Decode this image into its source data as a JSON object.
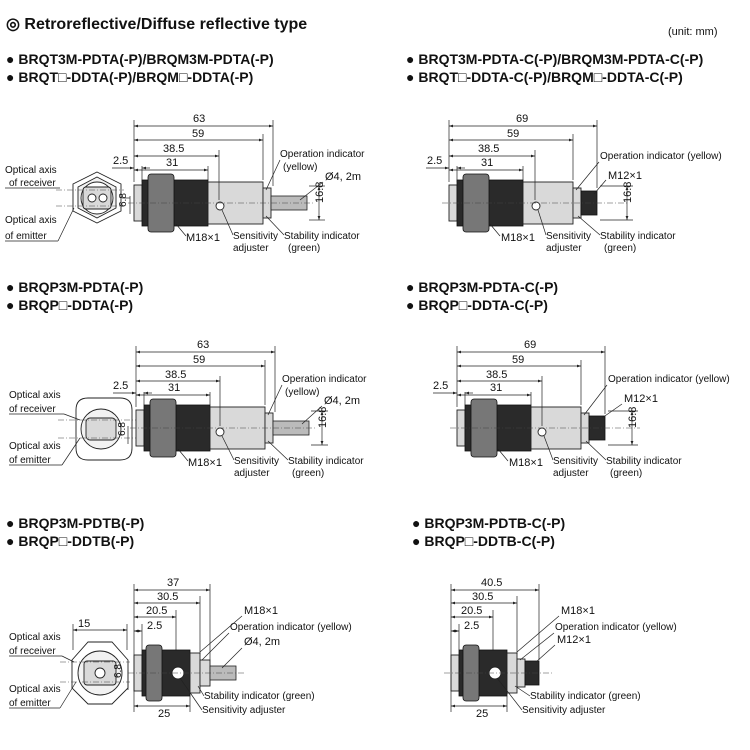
{
  "header": {
    "title": "◎ Retroreflective/Diffuse reflective type",
    "unit": "(unit: mm)"
  },
  "labels": {
    "optical_axis_receiver": [
      "Optical axis",
      "of receiver"
    ],
    "optical_axis_emitter": [
      "Optical axis",
      "of emitter"
    ],
    "operation_indicator": "Operation indicator",
    "operation_indicator_yellow": "Operation indicator (yellow)",
    "yellow": "(yellow)",
    "sensitivity_adjuster": "Sensitivity adjuster",
    "sensitivity": "Sensitivity",
    "adjuster": "adjuster",
    "stability_indicator": "Stability indicator",
    "green": "(green)",
    "stability_indicator_green": "Stability indicator (green)",
    "m18": "M18×1",
    "m12": "M12×1",
    "cable": "Ø4, 2m",
    "d168": "16.8",
    "d68": "6.8"
  },
  "panels": [
    {
      "id": "a",
      "models": [
        "● BRQT3M-PDTA(-P)/BRQM3M-PDTA(-P)",
        "● BRQT□-DDTA(-P)/BRQM□-DDTA(-P)"
      ],
      "dims": {
        "l_total": "63",
        "l_b": "59",
        "l_c": "38.5",
        "l_d": "31",
        "l_e": "2.5"
      }
    },
    {
      "id": "b",
      "models": [
        "● BRQT3M-PDTA-C(-P)/BRQM3M-PDTA-C(-P)",
        "● BRQT□-DDTA-C(-P)/BRQM□-DDTA-C(-P)"
      ],
      "dims": {
        "l_total": "69",
        "l_b": "59",
        "l_c": "38.5",
        "l_d": "31",
        "l_e": "2.5"
      }
    },
    {
      "id": "c",
      "models": [
        "● BRQP3M-PDTA(-P)",
        "● BRQP□-DDTA(-P)"
      ],
      "dims": {
        "l_total": "63",
        "l_b": "59",
        "l_c": "38.5",
        "l_d": "31",
        "l_e": "2.5"
      }
    },
    {
      "id": "d",
      "models": [
        "● BRQP3M-PDTA-C(-P)",
        "● BRQP□-DDTA-C(-P)"
      ],
      "dims": {
        "l_total": "69",
        "l_b": "59",
        "l_c": "38.5",
        "l_d": "31",
        "l_e": "2.5"
      }
    },
    {
      "id": "e",
      "models": [
        "● BRQP3M-PDTB(-P)",
        "● BRQP□-DDTB(-P)"
      ],
      "dims": {
        "l_total": "37",
        "l_b": "30.5",
        "l_c": "20.5",
        "l_e": "2.5",
        "l_f": "25",
        "w": "15"
      }
    },
    {
      "id": "f",
      "models": [
        "● BRQP3M-PDTB-C(-P)",
        "● BRQP□-DDTB-C(-P)"
      ],
      "dims": {
        "l_total": "40.5",
        "l_b": "30.5",
        "l_c": "20.5",
        "l_e": "2.5",
        "l_f": "25"
      }
    }
  ]
}
